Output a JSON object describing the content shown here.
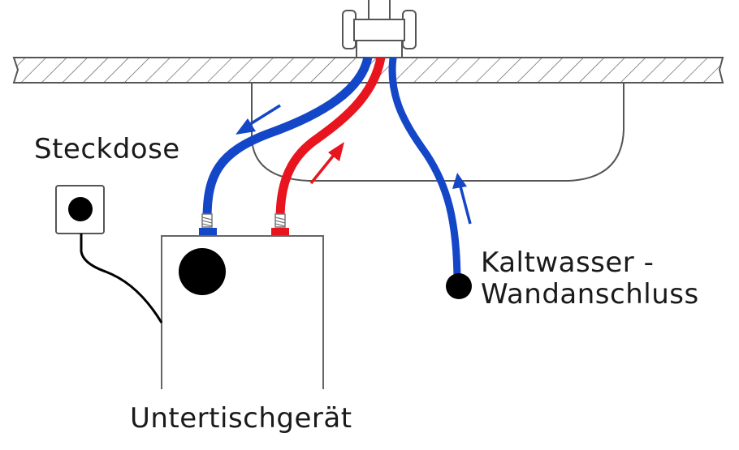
{
  "labels": {
    "socket": "Steckdose",
    "cold_water_line1": "Kaltwasser -",
    "cold_water_line2": "Wandanschluss",
    "appliance": "Untertischgerät"
  },
  "colors": {
    "cold": "#1446c8",
    "hot": "#e8141e",
    "outline": "#555555",
    "text": "#1a1a1a"
  }
}
